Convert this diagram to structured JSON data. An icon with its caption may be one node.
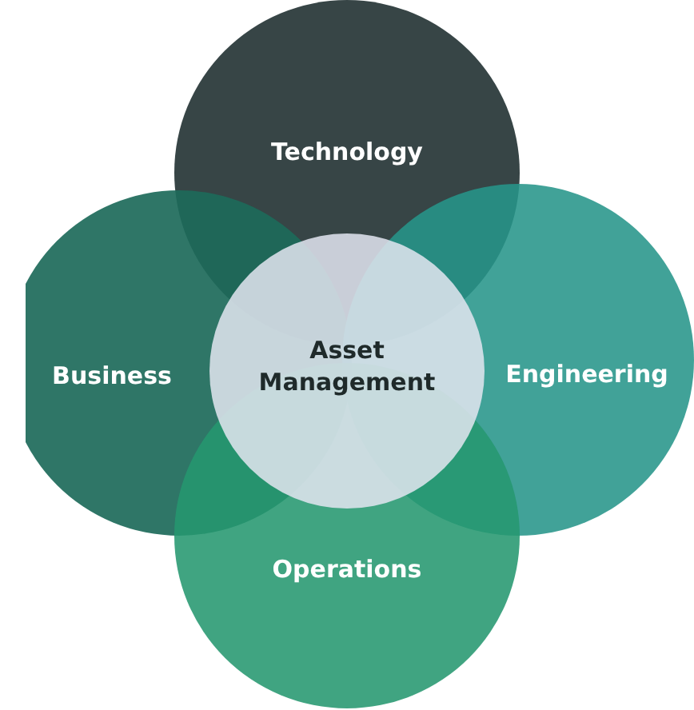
{
  "diagram": {
    "nodes": [
      {
        "text": [
          "Technology"
        ]
      },
      {
        "text": [
          "Business"
        ]
      },
      {
        "text": [
          "Engineering"
        ]
      },
      {
        "text": [
          "Operations"
        ]
      },
      {
        "text": [
          "Asset Management"
        ]
      }
    ]
  }
}
